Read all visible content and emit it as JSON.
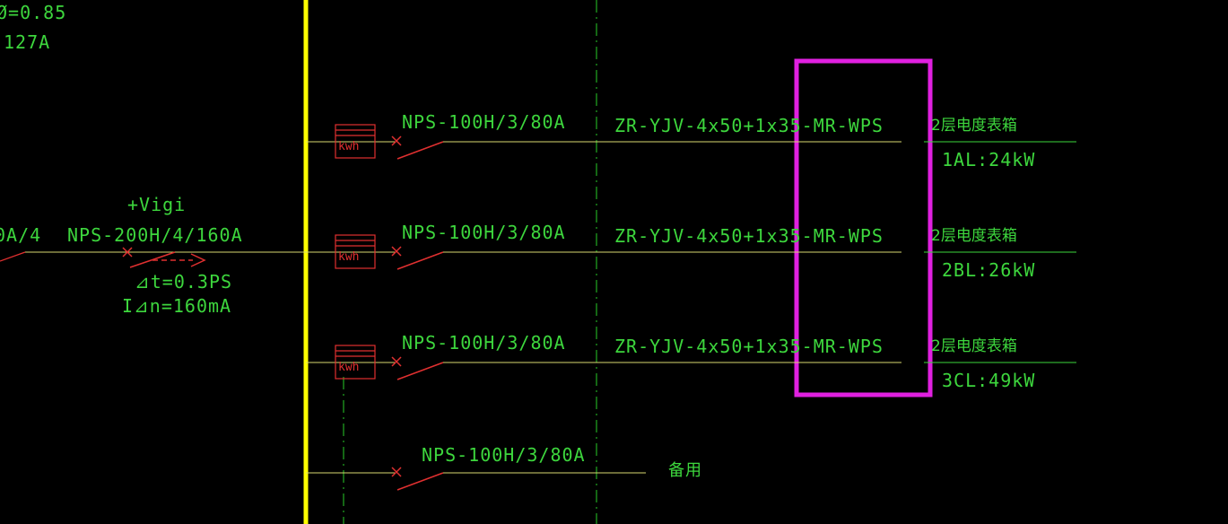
{
  "colors": {
    "background": "#000000",
    "bus": "#ffff00",
    "text": "#3dd63d",
    "line": "#d8d870",
    "breaker": "#e03030",
    "highlight": "#e020e0",
    "dashdot": "#22aa22"
  },
  "header": {
    "line1": "Ø=0.85",
    "line2": "127A"
  },
  "main_feed": {
    "left_fragment": "0A/4",
    "vigi": "+Vigi",
    "breaker": "NPS-200H/4/160A",
    "delay": "⊿t=0.3PS",
    "leak": "I⊿n=160mA"
  },
  "meter_label": "kwh",
  "circuits": [
    {
      "breaker": "NPS-100H/3/80A",
      "cable": "ZR-YJV-4x50+1x35-MR-WPS",
      "dest": "2层电度表箱",
      "load": "1AL:24kW"
    },
    {
      "breaker": "NPS-100H/3/80A",
      "cable": "ZR-YJV-4x50+1x35-MR-WPS",
      "dest": "2层电度表箱",
      "load": "2BL:26kW"
    },
    {
      "breaker": "NPS-100H/3/80A",
      "cable": "ZR-YJV-4x50+1x35-MR-WPS",
      "dest": "2层电度表箱",
      "load": "3CL:49kW"
    }
  ],
  "spare": {
    "breaker": "NPS-100H/3/80A",
    "label": "备用"
  }
}
